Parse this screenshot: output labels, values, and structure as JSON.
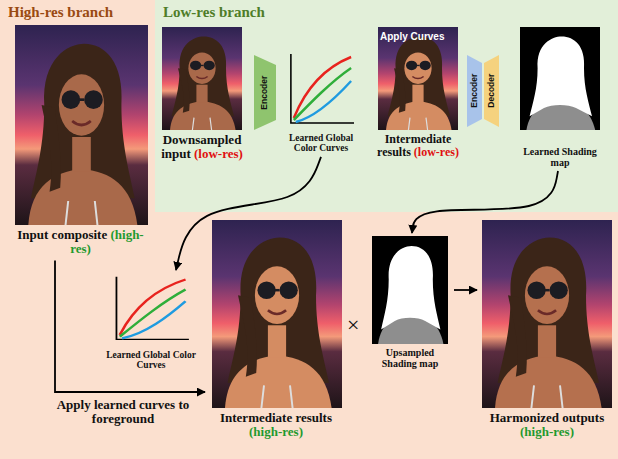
{
  "diagram": {
    "nodes": [
      {
        "text": [
          "High-res branch"
        ]
      },
      {
        "text": [
          "Low-res branch"
        ]
      },
      {
        "text": [
          "Input composite (high-res)"
        ],
        "in": 0
      },
      {
        "text": [
          "Downsampled input (low-res)"
        ],
        "in": 1
      },
      {
        "text": [
          "Encoder"
        ],
        "in": 1
      },
      {
        "text": [
          "Learned Global Color Curves"
        ],
        "in": 1
      },
      {
        "text": [
          "Apply Curves",
          "Intermediate results (low-res)"
        ],
        "in": 1
      },
      {
        "text": [
          "Encoder"
        ],
        "in": 1
      },
      {
        "text": [
          "Decoder"
        ],
        "in": 1
      },
      {
        "text": [
          "Learned Shading map"
        ],
        "in": 1
      },
      {
        "text": [
          "Learned Global Color Curves"
        ],
        "in": 0
      },
      {
        "text": [
          "Intermediate results (high-res)"
        ],
        "in": 0
      },
      {
        "text": [
          "Upsampled Shading map"
        ],
        "in": 0
      },
      {
        "text": [
          "Harmonized outputs (high-res)"
        ],
        "in": 0
      }
    ],
    "edges": [
      {
        "from": 5,
        "to": 10,
        "arrow": "to"
      },
      {
        "from": 9,
        "to": 12,
        "arrow": "to"
      },
      {
        "from": 2,
        "to": 11,
        "label": "Apply learned curves to foreground",
        "arrow": "to"
      },
      {
        "from": 12,
        "to": 13,
        "arrow": "to"
      }
    ],
    "labels": [
      "×"
    ]
  }
}
